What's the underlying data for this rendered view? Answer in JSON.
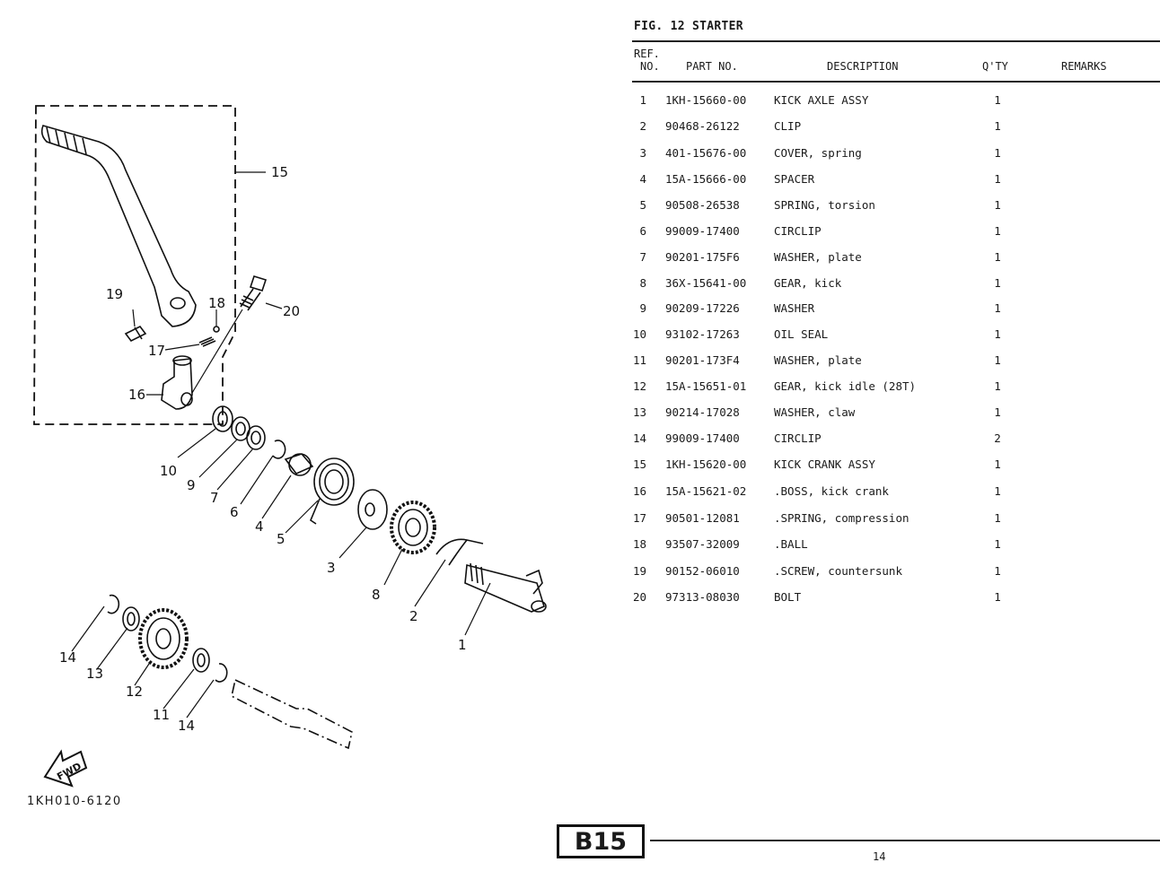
{
  "figure": {
    "title": "FIG. 12  STARTER"
  },
  "table": {
    "headers": {
      "ref_line1": "REF.",
      "ref_line2": "NO.",
      "part_no": "PART NO.",
      "description": "DESCRIPTION",
      "qty": "Q'TY",
      "remarks": "REMARKS"
    },
    "rows": [
      {
        "ref": "1",
        "part_no": "1KH-15660-00",
        "description": "KICK AXLE ASSY",
        "qty": "1",
        "remarks": ""
      },
      {
        "ref": "2",
        "part_no": "90468-26122",
        "description": "CLIP",
        "qty": "1",
        "remarks": ""
      },
      {
        "ref": "3",
        "part_no": "401-15676-00",
        "description": "COVER, spring",
        "qty": "1",
        "remarks": ""
      },
      {
        "ref": "4",
        "part_no": "15A-15666-00",
        "description": "SPACER",
        "qty": "1",
        "remarks": ""
      },
      {
        "ref": "5",
        "part_no": "90508-26538",
        "description": "SPRING, torsion",
        "qty": "1",
        "remarks": ""
      },
      {
        "ref": "6",
        "part_no": "99009-17400",
        "description": "CIRCLIP",
        "qty": "1",
        "remarks": ""
      },
      {
        "ref": "7",
        "part_no": "90201-175F6",
        "description": "WASHER, plate",
        "qty": "1",
        "remarks": ""
      },
      {
        "ref": "8",
        "part_no": "36X-15641-00",
        "description": "GEAR, kick",
        "qty": "1",
        "remarks": ""
      },
      {
        "ref": "9",
        "part_no": "90209-17226",
        "description": "WASHER",
        "qty": "1",
        "remarks": ""
      },
      {
        "ref": "10",
        "part_no": "93102-17263",
        "description": "OIL SEAL",
        "qty": "1",
        "remarks": ""
      },
      {
        "ref": "11",
        "part_no": "90201-173F4",
        "description": "WASHER, plate",
        "qty": "1",
        "remarks": ""
      },
      {
        "ref": "12",
        "part_no": "15A-15651-01",
        "description": "GEAR, kick idle (28T)",
        "qty": "1",
        "remarks": ""
      },
      {
        "ref": "13",
        "part_no": "90214-17028",
        "description": "WASHER, claw",
        "qty": "1",
        "remarks": ""
      },
      {
        "ref": "14",
        "part_no": "99009-17400",
        "description": "CIRCLIP",
        "qty": "2",
        "remarks": ""
      },
      {
        "ref": "15",
        "part_no": "1KH-15620-00",
        "description": "KICK CRANK ASSY",
        "qty": "1",
        "remarks": ""
      },
      {
        "ref": "16",
        "part_no": "15A-15621-02",
        "description": ".BOSS, kick crank",
        "qty": "1",
        "remarks": ""
      },
      {
        "ref": "17",
        "part_no": "90501-12081",
        "description": ".SPRING, compression",
        "qty": "1",
        "remarks": ""
      },
      {
        "ref": "18",
        "part_no": "93507-32009",
        "description": ".BALL",
        "qty": "1",
        "remarks": ""
      },
      {
        "ref": "19",
        "part_no": "90152-06010",
        "description": ".SCREW, countersunk",
        "qty": "1",
        "remarks": ""
      },
      {
        "ref": "20",
        "part_no": "97313-08030",
        "description": "BOLT",
        "qty": "1",
        "remarks": ""
      }
    ]
  },
  "diagram": {
    "callouts": [
      "1",
      "2",
      "3",
      "4",
      "5",
      "6",
      "7",
      "8",
      "9",
      "10",
      "11",
      "12",
      "13",
      "14",
      "14",
      "15",
      "16",
      "17",
      "18",
      "19",
      "20"
    ],
    "fwd_label": "FWD",
    "illustration_code": "1KH010-6120"
  },
  "footer": {
    "section_code": "B15",
    "page_number": "14"
  },
  "colors": {
    "ink": "#1a1a1a",
    "paper": "#ffffff"
  }
}
